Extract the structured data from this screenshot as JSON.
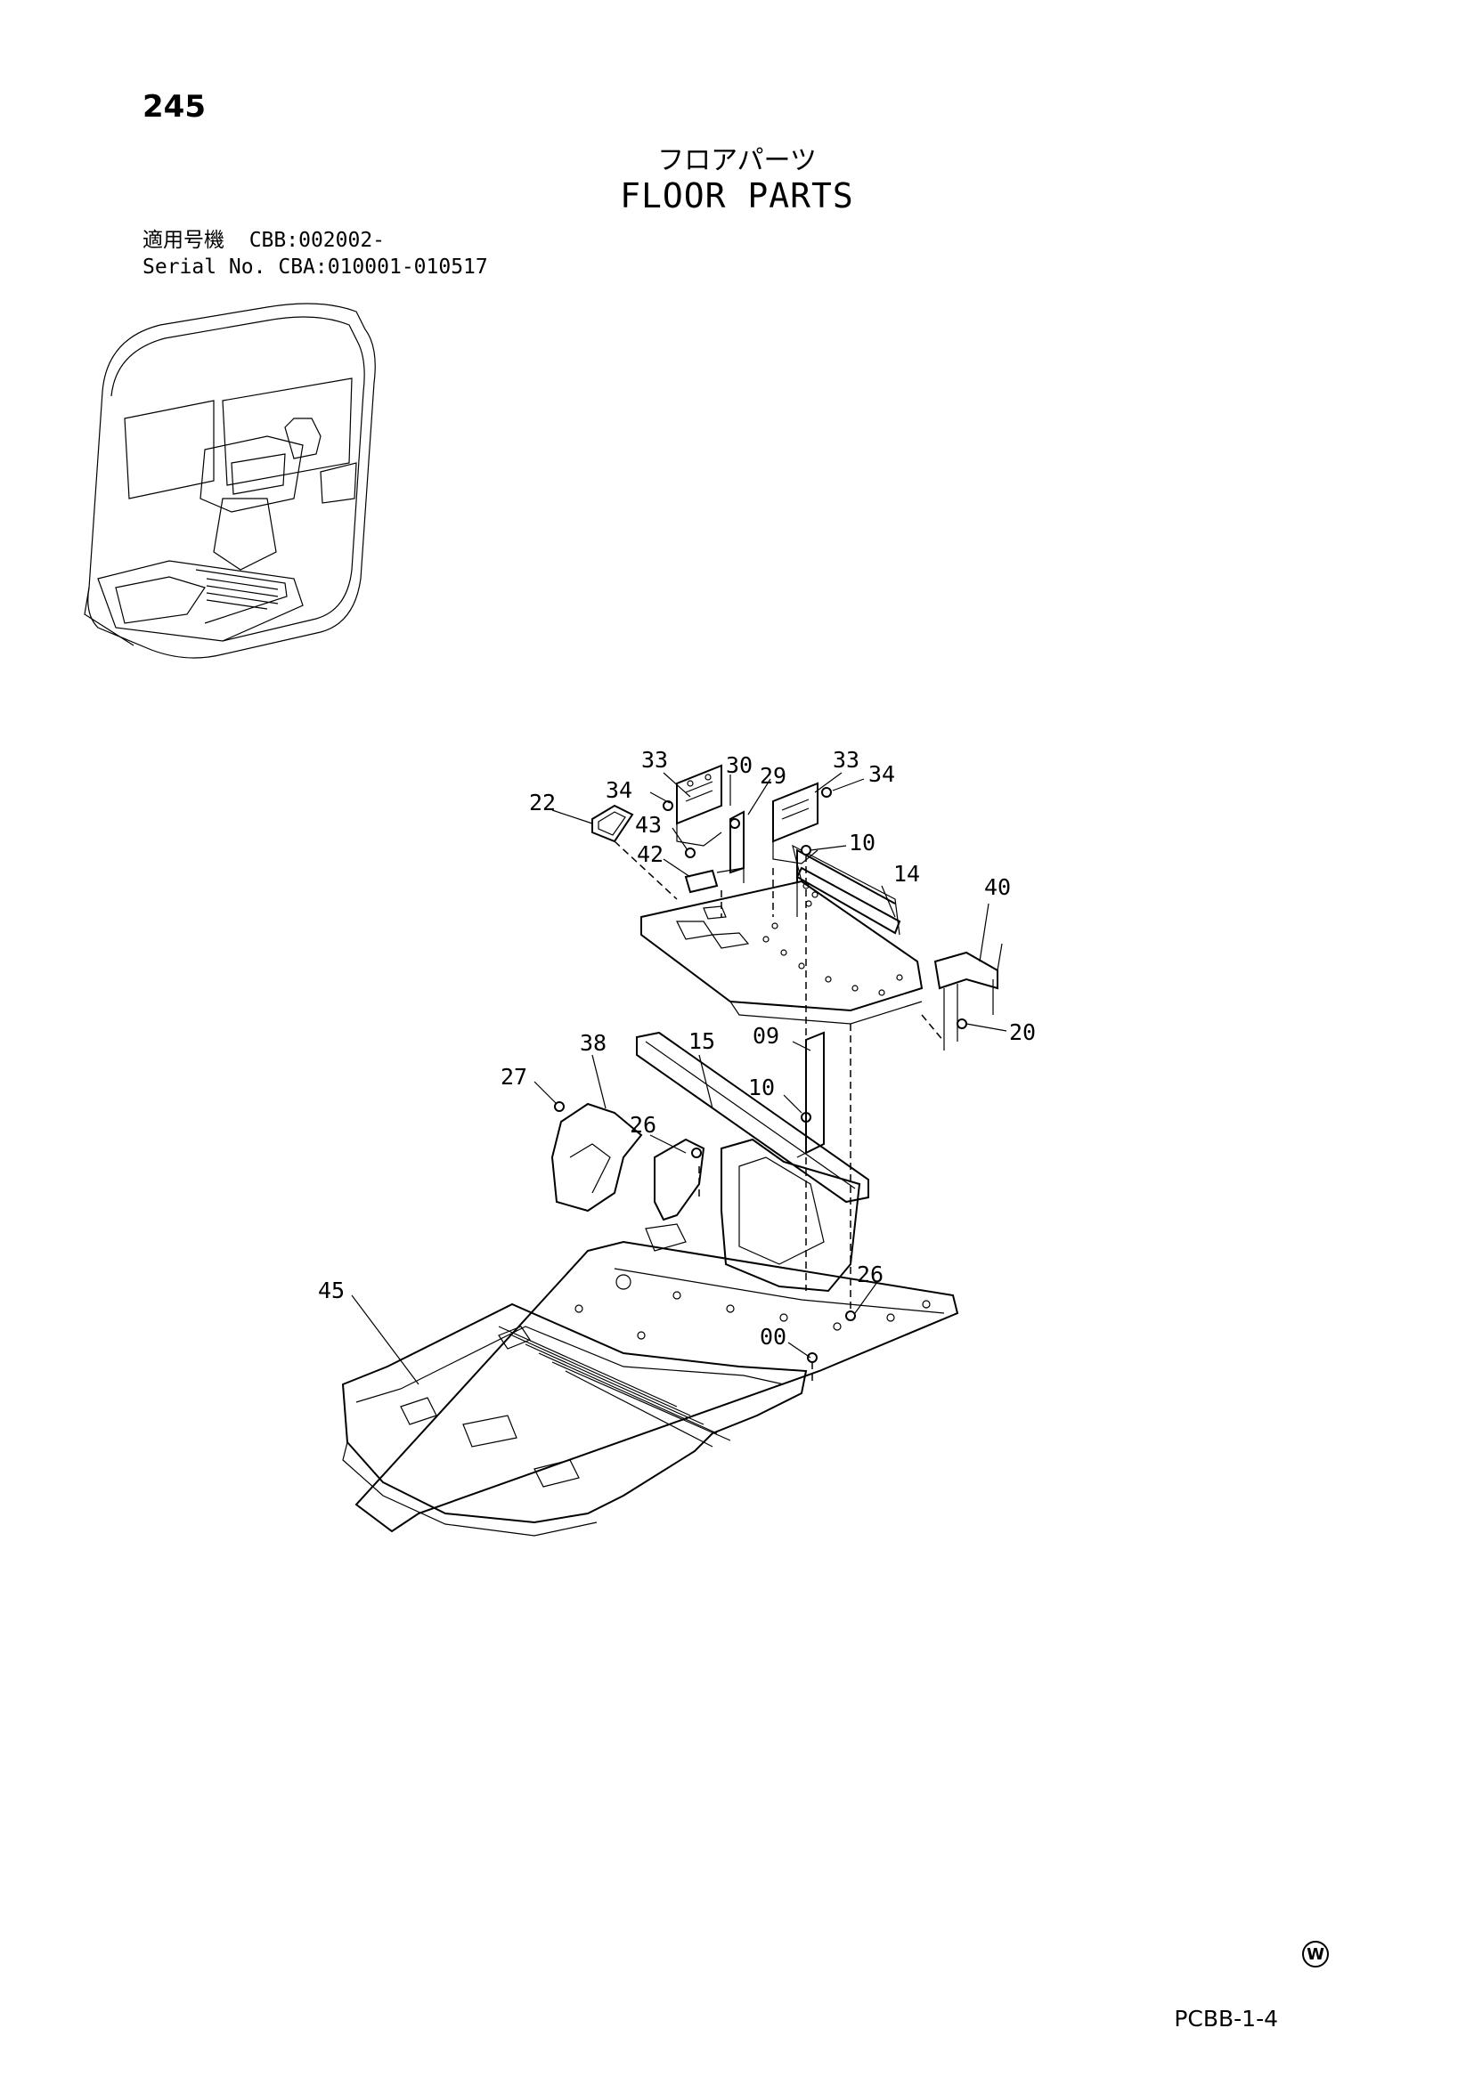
{
  "header": {
    "page_number": "245",
    "title_jp": "フロアパーツ",
    "title_en": "FLOOR PARTS"
  },
  "applicability": [
    {
      "label": "適用号機",
      "value": "CBB:002002-"
    },
    {
      "label": "Serial No.",
      "value": "CBA:010001-010517"
    }
  ],
  "callouts": [
    "33",
    "30",
    "29",
    "33",
    "34",
    "34",
    "22",
    "43",
    "10",
    "42",
    "14",
    "40",
    "38",
    "15",
    "09",
    "20",
    "27",
    "10",
    "26",
    "45",
    "26",
    "00"
  ],
  "footer": {
    "mark": "W",
    "code": "PCBB-1-4"
  },
  "icons": [
    "cab-overview-illustration",
    "floor-parts-exploded-diagram",
    "circled-w-icon"
  ]
}
